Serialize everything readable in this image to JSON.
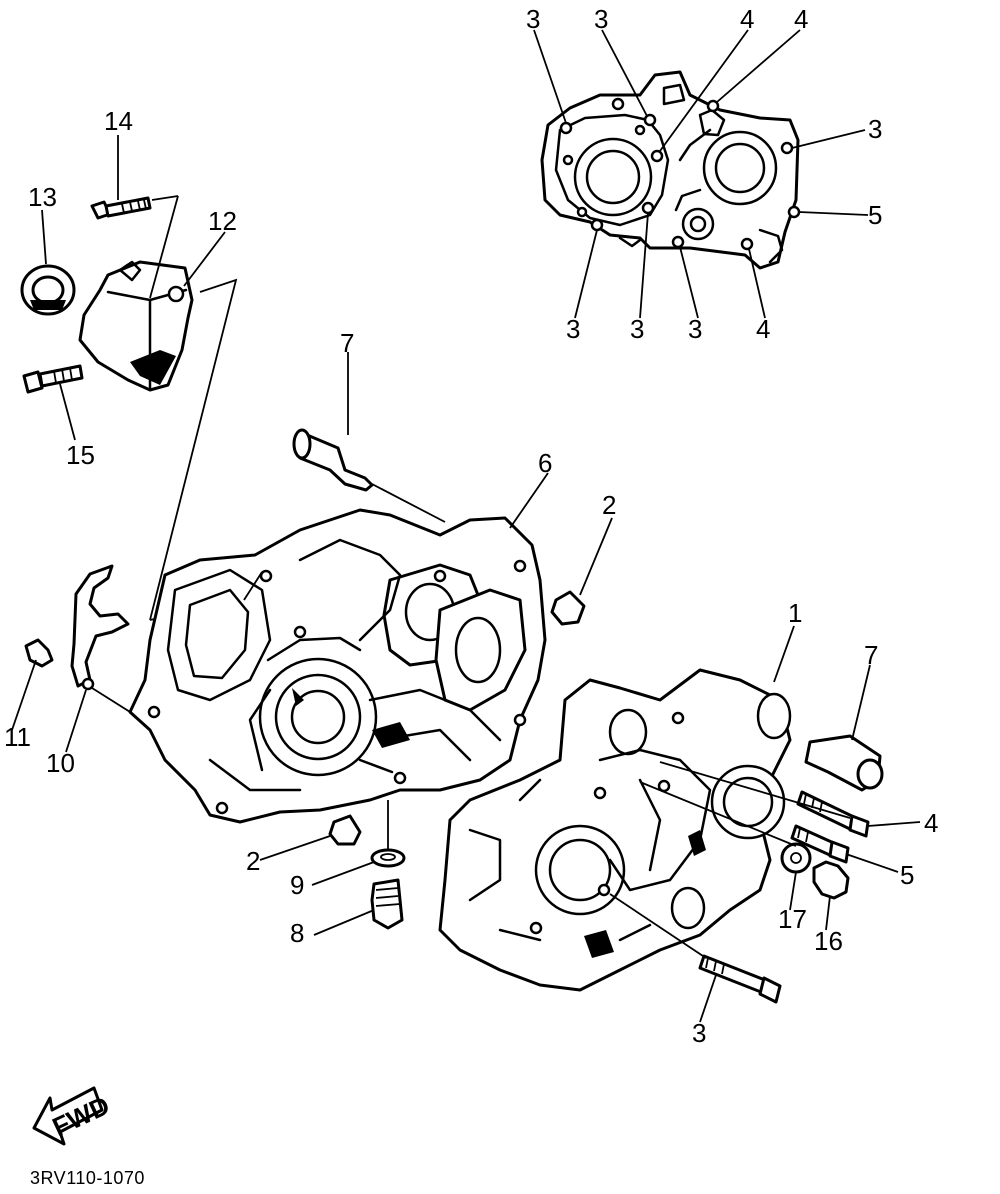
{
  "diagram": {
    "fwd_label": "FWD",
    "doc_code": "3RV110-1070",
    "callouts": [
      {
        "id": "c1",
        "text": "1"
      },
      {
        "id": "c2a",
        "text": "2"
      },
      {
        "id": "c2b",
        "text": "2"
      },
      {
        "id": "c3a",
        "text": "3"
      },
      {
        "id": "c3b",
        "text": "3"
      },
      {
        "id": "c3c",
        "text": "3"
      },
      {
        "id": "c3d",
        "text": "3"
      },
      {
        "id": "c3e",
        "text": "3"
      },
      {
        "id": "c3f",
        "text": "3"
      },
      {
        "id": "c3g",
        "text": "3"
      },
      {
        "id": "c4a",
        "text": "4"
      },
      {
        "id": "c4b",
        "text": "4"
      },
      {
        "id": "c4c",
        "text": "4"
      },
      {
        "id": "c4d",
        "text": "4"
      },
      {
        "id": "c5a",
        "text": "5"
      },
      {
        "id": "c5b",
        "text": "5"
      },
      {
        "id": "c6",
        "text": "6"
      },
      {
        "id": "c7a",
        "text": "7"
      },
      {
        "id": "c7b",
        "text": "7"
      },
      {
        "id": "c8",
        "text": "8"
      },
      {
        "id": "c9",
        "text": "9"
      },
      {
        "id": "c10",
        "text": "10"
      },
      {
        "id": "c11",
        "text": "11"
      },
      {
        "id": "c12",
        "text": "12"
      },
      {
        "id": "c13",
        "text": "13"
      },
      {
        "id": "c14",
        "text": "14"
      },
      {
        "id": "c15",
        "text": "15"
      },
      {
        "id": "c16",
        "text": "16"
      },
      {
        "id": "c17",
        "text": "17"
      }
    ]
  }
}
